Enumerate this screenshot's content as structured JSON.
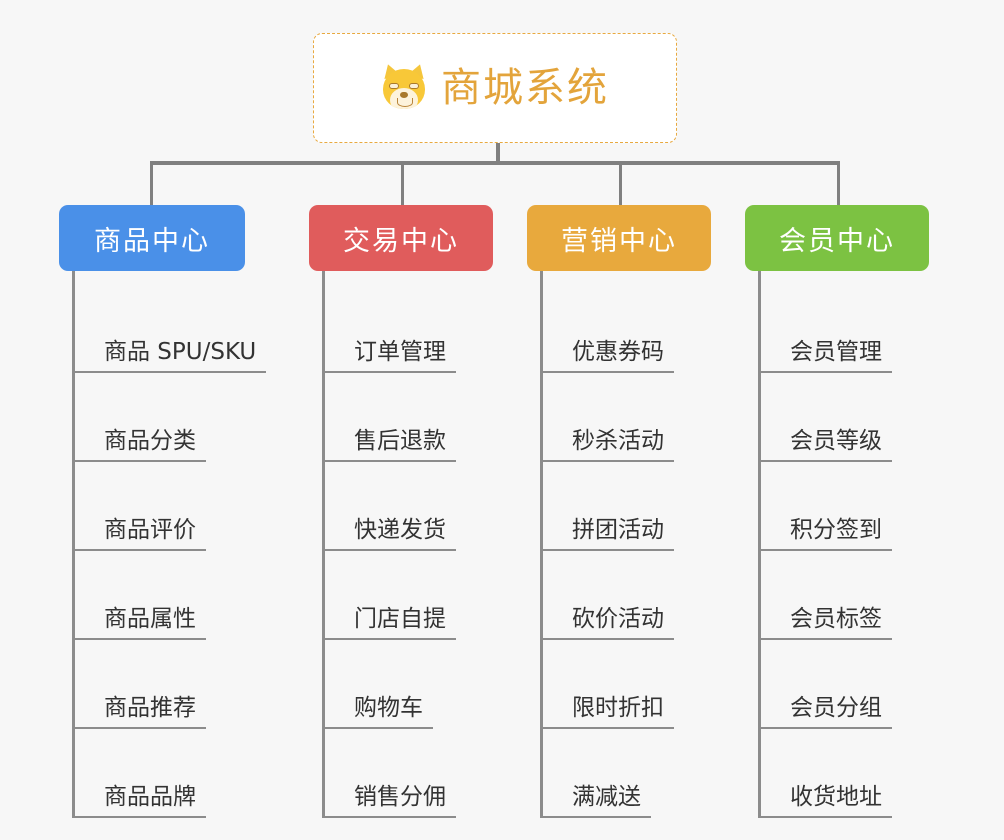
{
  "root": {
    "title": "商城系统",
    "icon": "shiba-dog-face-icon",
    "border_color": "#E8A940",
    "text_color": "#E3A43B",
    "background": "#FFFFFF"
  },
  "canvas": {
    "background": "#F7F7F7",
    "connector_color": "#808080"
  },
  "branches": [
    {
      "label": "商品中心",
      "color": "#4A90E8",
      "items": [
        "商品 SPU/SKU",
        "商品分类",
        "商品评价",
        "商品属性",
        "商品推荐",
        "商品品牌"
      ]
    },
    {
      "label": "交易中心",
      "color": "#E05C5C",
      "items": [
        "订单管理",
        "售后退款",
        "快递发货",
        "门店自提",
        "购物车",
        "销售分佣"
      ]
    },
    {
      "label": "营销中心",
      "color": "#E8A93D",
      "items": [
        "优惠券码",
        "秒杀活动",
        "拼团活动",
        "砍价活动",
        "限时折扣",
        "满减送"
      ]
    },
    {
      "label": "会员中心",
      "color": "#7CC242",
      "items": [
        "会员管理",
        "会员等级",
        "积分签到",
        "会员标签",
        "会员分组",
        "收货地址"
      ]
    }
  ]
}
